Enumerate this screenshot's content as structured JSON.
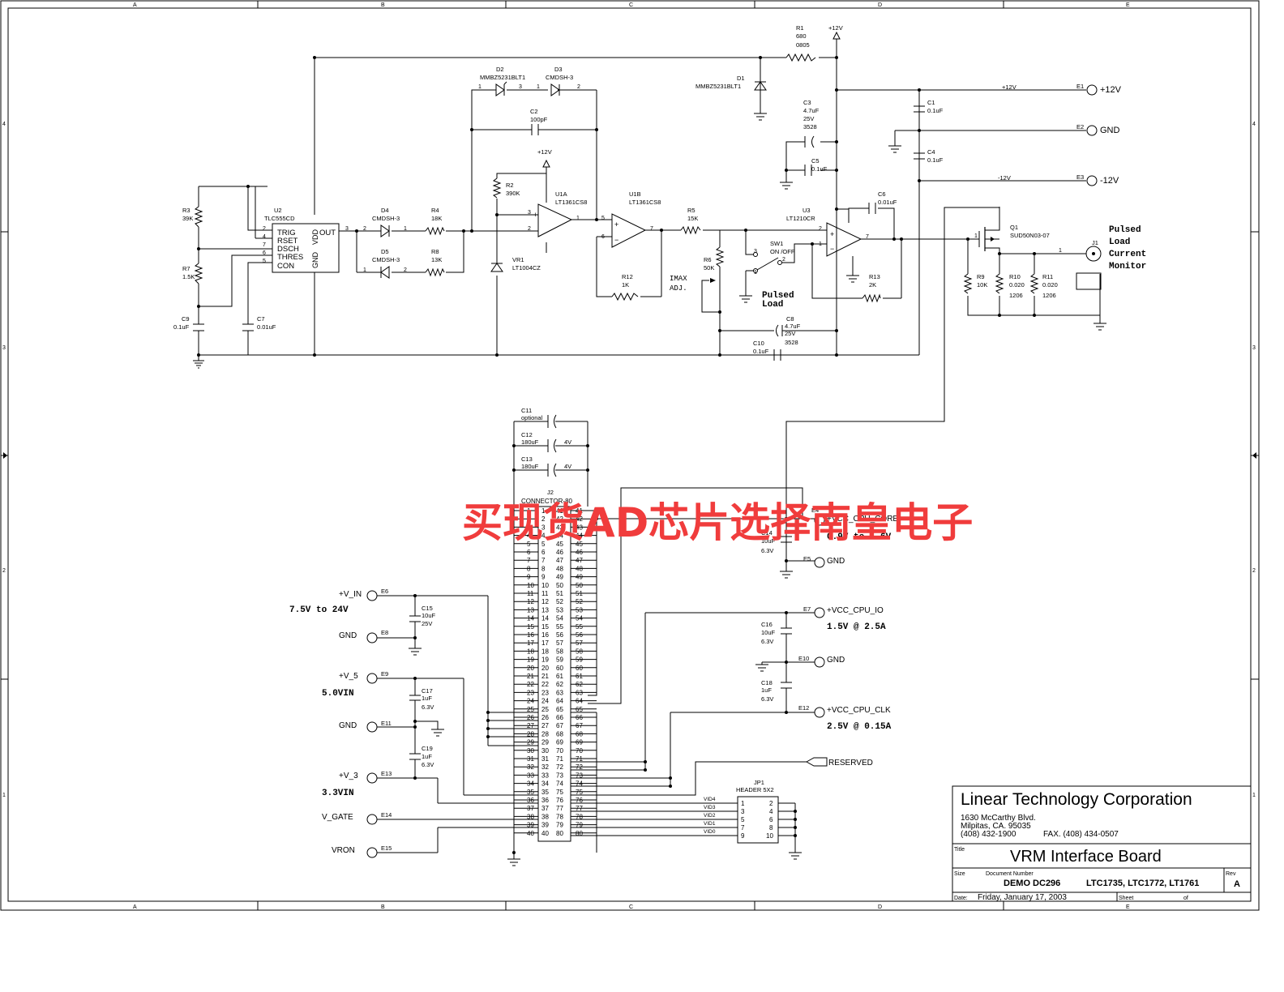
{
  "border": {
    "cols": [
      "A",
      "B",
      "C",
      "D",
      "E"
    ],
    "rows": [
      "4",
      "3",
      "2",
      "1"
    ]
  },
  "title_block": {
    "company": "Linear Technology Corporation",
    "addr1": "1630 McCarthy Blvd.",
    "addr2": "Milpitas, CA. 95035",
    "phone": "(408) 432-1900",
    "fax": "FAX. (408) 434-0507",
    "title_label": "Title",
    "title": "VRM Interface Board",
    "size_label": "Size",
    "docnum_label": "Document Number",
    "docnum": "DEMO DC296",
    "parts": "LTC1735, LTC1772, LT1761",
    "rev_label": "Rev",
    "rev": "A",
    "date_label": "Date:",
    "date": "Friday, January 17, 2003",
    "sheet_label": "Sheet",
    "of_label": "of"
  },
  "watermark": "买现货AD芯片选择南皇电子",
  "top": {
    "r1": [
      "R1",
      "680",
      "0805"
    ],
    "p12v_top": "+12V",
    "d1": [
      "D1",
      "MMBZ5231BLT1"
    ],
    "d2": [
      "D2",
      "MMBZ5231BLT1"
    ],
    "d3": [
      "D3",
      "CMDSH-3"
    ],
    "c2": [
      "C2",
      "100pF"
    ],
    "p12v_u1": "+12V",
    "r2": [
      "R2",
      "390K"
    ],
    "u1a": [
      "U1A",
      "LT1361CS8"
    ],
    "u1b": [
      "U1B",
      "LT1361CS8"
    ],
    "vr1": [
      "VR1",
      "LT1004CZ"
    ],
    "r12": [
      "R12",
      "1K"
    ],
    "r5": [
      "R5",
      "15K"
    ],
    "r6": [
      "R6",
      "50K"
    ],
    "imax": [
      "IMAX",
      "ADJ."
    ],
    "sw1": [
      "SW1",
      "ON /OFF"
    ],
    "pulsed_load": [
      "Pulsed",
      "Load"
    ],
    "u3": [
      "U3",
      "LT1210CR"
    ],
    "c6": [
      "C6",
      "0.01uF"
    ],
    "r13": [
      "R13",
      "2K"
    ],
    "c3": [
      "C3",
      "4.7uF",
      "25V",
      "3528"
    ],
    "c5": [
      "C5",
      "0.1uF"
    ],
    "c8": [
      "C8",
      "4.7uF",
      "25V",
      "3528"
    ],
    "c10": [
      "C10",
      "0.1uF"
    ],
    "c1": [
      "C1",
      "0.1uF"
    ],
    "c4": [
      "C4",
      "0.1uF"
    ],
    "rail_p12": "+12V",
    "rail_m12": "-12V",
    "e1": [
      "E1",
      "+12V"
    ],
    "e2": [
      "E2",
      "GND"
    ],
    "e3": [
      "E3",
      "-12V"
    ],
    "q1": [
      "Q1",
      "SUD50N03-07"
    ],
    "r9": [
      "R9",
      "10K"
    ],
    "r10": [
      "R10",
      "0.020",
      "1206"
    ],
    "r11": [
      "R11",
      "0.020",
      "1206"
    ],
    "j1": "J1",
    "monitor": [
      "Pulsed",
      "Load",
      "Current",
      "Monitor"
    ],
    "u2": [
      "U2",
      "TLC555CD"
    ],
    "u2_pins": [
      "TRIG",
      "RSET",
      "DSCH",
      "THRES",
      "CON",
      "OUT",
      "VDD",
      "GND"
    ],
    "r3": [
      "R3",
      "39K"
    ],
    "r7": [
      "R7",
      "1.5K"
    ],
    "c9": [
      "C9",
      "0.1uF"
    ],
    "c7": [
      "C7",
      "0.01uF"
    ],
    "d4": [
      "D4",
      "CMDSH-3"
    ],
    "d5": [
      "D5",
      "CMDSH-3"
    ],
    "r4": [
      "R4",
      "18K"
    ],
    "r8": [
      "R8",
      "13K"
    ]
  },
  "bottom": {
    "c11": [
      "C11",
      "optional"
    ],
    "c12": [
      "C12",
      "180uF",
      "4V"
    ],
    "c13": [
      "C13",
      "180uF",
      "4V"
    ],
    "j2": [
      "J2",
      "CONNECTOR-80"
    ],
    "e4": [
      "E4",
      "+VCC_CPU_CORE",
      "0.9V to 1.6V"
    ],
    "c14": [
      "C14",
      "10uF",
      "6.3V"
    ],
    "e5": [
      "E5",
      "GND"
    ],
    "e6": [
      "E6",
      "+V_IN",
      "7.5V to 24V"
    ],
    "c15": [
      "C15",
      "10uF",
      "25V"
    ],
    "e8": [
      "E8",
      "GND"
    ],
    "e9": [
      "E9",
      "+V_5",
      "5.0VIN"
    ],
    "c17": [
      "C17",
      "1uF",
      "6.3V"
    ],
    "e11": [
      "E11",
      "GND"
    ],
    "c19": [
      "C19",
      "1uF",
      "6.3V"
    ],
    "e13": [
      "E13",
      "+V_3",
      "3.3VIN"
    ],
    "e14": [
      "E14",
      "V_GATE"
    ],
    "e15": [
      "E15",
      "VRON"
    ],
    "e7": [
      "E7",
      "+VCC_CPU_IO",
      "1.5V @ 2.5A"
    ],
    "c16": [
      "C16",
      "10uF",
      "6.3V"
    ],
    "e10": [
      "E10",
      "GND"
    ],
    "c18": [
      "C18",
      "1uF",
      "6.3V"
    ],
    "e12": [
      "E12",
      "+VCC_CPU_CLK",
      "2.5V @ 0.15A"
    ],
    "reserved": "RESERVED",
    "jp1": [
      "JP1",
      "HEADER 5X2"
    ],
    "vid": [
      "VID4",
      "VID3",
      "VID2",
      "VID1",
      "VID0"
    ]
  }
}
